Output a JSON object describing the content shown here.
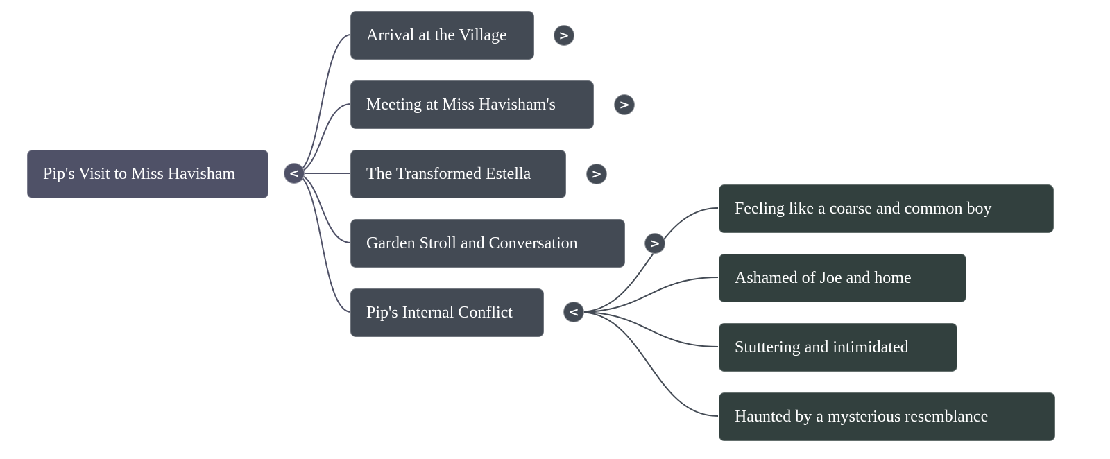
{
  "mindmap": {
    "root": {
      "label": "Pip's Visit to Miss Havisham",
      "toggle": "<"
    },
    "children": [
      {
        "label": "Arrival at the Village",
        "toggle": ">"
      },
      {
        "label": "Meeting at Miss Havisham's",
        "toggle": ">"
      },
      {
        "label": "The Transformed Estella",
        "toggle": ">"
      },
      {
        "label": "Garden Stroll and Conversation",
        "toggle": ">"
      },
      {
        "label": "Pip's Internal Conflict",
        "toggle": "<",
        "children": [
          {
            "label": "Feeling like a coarse and common boy"
          },
          {
            "label": "Ashamed of Joe and home"
          },
          {
            "label": "Stuttering and intimidated"
          },
          {
            "label": "Haunted by a mysterious resemblance"
          }
        ]
      }
    ]
  },
  "colors": {
    "root": "#4f5167",
    "level1": "#434a54",
    "level2": "#32403e",
    "link": "#4f5167"
  }
}
